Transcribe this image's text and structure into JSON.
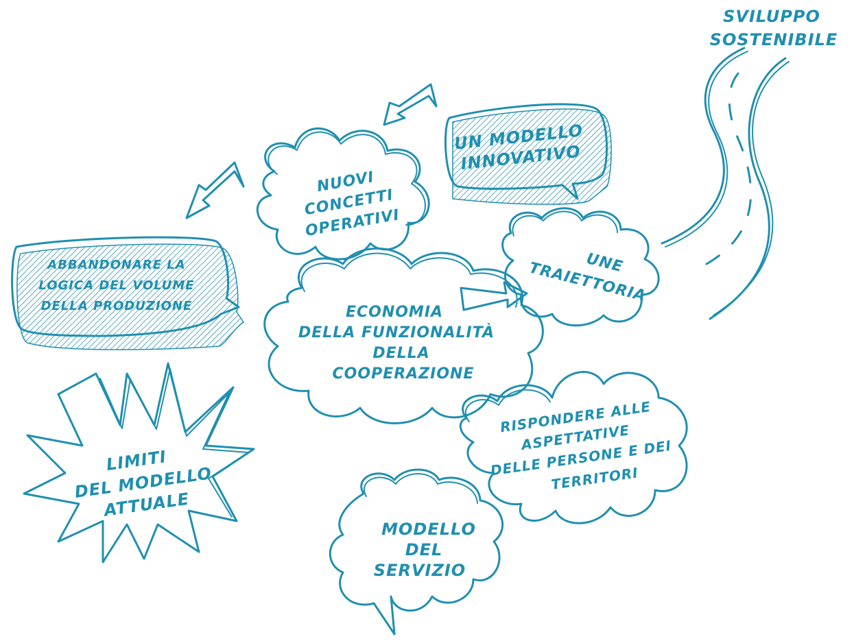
{
  "colors": {
    "ink": "#1f8fb0",
    "background": "#ffffff"
  },
  "labels": {
    "sviluppo_line1": "SVILUPPO",
    "sviluppo_line2": "SOSTENIBILE",
    "modello_line1": "UN MODELLO",
    "modello_line2": "INNOVATIVO",
    "nuovi_line1": "NUOVI",
    "nuovi_line2": "CONCETTI",
    "nuovi_line3": "OPERATIVI",
    "abbandonare_line1": "ABBANDONARE LA",
    "abbandonare_line2": "LOGICA DEL VOLUME",
    "abbandonare_line3": "DELLA PRODUZIONE",
    "une_line1": "UNE",
    "une_line2": "TRAIETTORIA",
    "economia_line1": "ECONOMIA",
    "economia_line2": "DELLA FUNZIONALITÀ",
    "economia_line3": "DELLA",
    "economia_line4": "COOPERAZIONE",
    "limiti_line1": "LIMITI",
    "limiti_line2": "DEL MODELLO",
    "limiti_line3": "ATTUALE",
    "rispondere_line1": "RISPONDERE ALLE",
    "rispondere_line2": "ASPETTATIVE",
    "rispondere_line3": "DELLE PERSONE E DEI",
    "rispondere_line4": "TERRITORI",
    "servizio_line1": "MODELLO",
    "servizio_line2": "DEL",
    "servizio_line3": "SERVIZIO"
  },
  "icons": [
    "road-icon",
    "arrow-icon",
    "speech-bubble-icon",
    "cloud-icon",
    "burst-icon"
  ]
}
